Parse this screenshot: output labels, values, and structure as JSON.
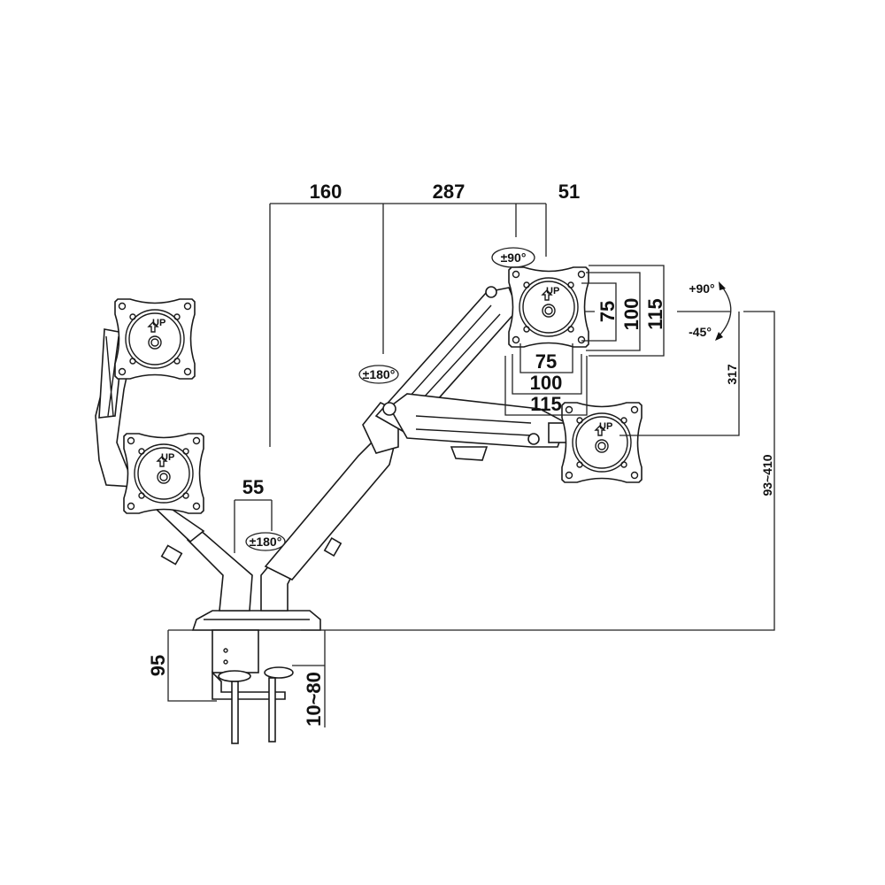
{
  "dimensions": {
    "reach_160": "160",
    "reach_287": "287",
    "reach_51": "51",
    "vesa_v_75": "75",
    "vesa_v_100": "100",
    "vesa_v_115": "115",
    "vesa_h_75": "75",
    "vesa_h_100": "100",
    "vesa_h_115": "115",
    "height_317": "317",
    "height_range": "93~410",
    "pole_gap": "55",
    "clamp_height": "95",
    "desk_thickness": "10~80"
  },
  "rotations": {
    "rotate_plate": "±90°",
    "swivel_arm": "±180°",
    "swivel_base": "±180°",
    "tilt_up": "+90°",
    "tilt_down": "-45°"
  },
  "plate_label": "UP"
}
